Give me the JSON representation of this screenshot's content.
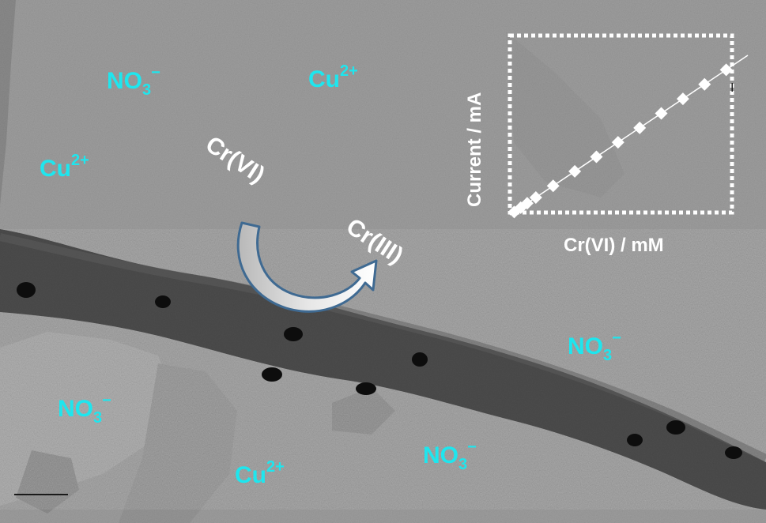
{
  "ions": [
    {
      "base": "NO",
      "sub": "3",
      "sup": "−"
    },
    {
      "base": "Cu",
      "sub": "",
      "sup": "2+"
    },
    {
      "base": "Cu",
      "sub": "",
      "sup": "2+"
    },
    {
      "base": "NO",
      "sub": "3",
      "sup": "−"
    },
    {
      "base": "NO",
      "sub": "3",
      "sup": "−"
    },
    {
      "base": "Cu",
      "sub": "",
      "sup": "2+"
    },
    {
      "base": "NO",
      "sub": "3",
      "sup": "−"
    }
  ],
  "species": {
    "reactant": "Cr(VI)",
    "product": "Cr(III)"
  },
  "inset": {
    "xlabel": "Cr(VI) / mM",
    "ylabel": "Current / mA"
  },
  "chart_data": {
    "type": "scatter",
    "title": "",
    "xlabel": "Cr(VI) / mM",
    "ylabel": "Current / mA",
    "x": [
      0.2,
      0.5,
      0.8,
      1.2,
      2.0,
      3.0,
      4.0,
      5.0,
      6.0,
      7.0,
      8.0,
      9.0,
      10.0
    ],
    "y": [
      0.2,
      0.5,
      0.8,
      1.2,
      2.0,
      3.0,
      4.0,
      5.0,
      6.0,
      7.0,
      8.0,
      9.0,
      10.0
    ],
    "xlim": [
      0,
      11
    ],
    "ylim": [
      0,
      11
    ],
    "fit": "linear",
    "grid": false,
    "colors": {
      "marker": "#ffffff",
      "fit_line": "#ffffff",
      "frame": "#ffffff"
    }
  },
  "colors": {
    "ion_text": "#1ee6ee",
    "species_text": "#ffffff",
    "arrow_fill": "#d0d0d0",
    "arrow_stroke": "#3f6a92",
    "background": "#9c9c9c",
    "fiber": "#4a4a4a",
    "nanoparticle": "#0d0d0d"
  }
}
